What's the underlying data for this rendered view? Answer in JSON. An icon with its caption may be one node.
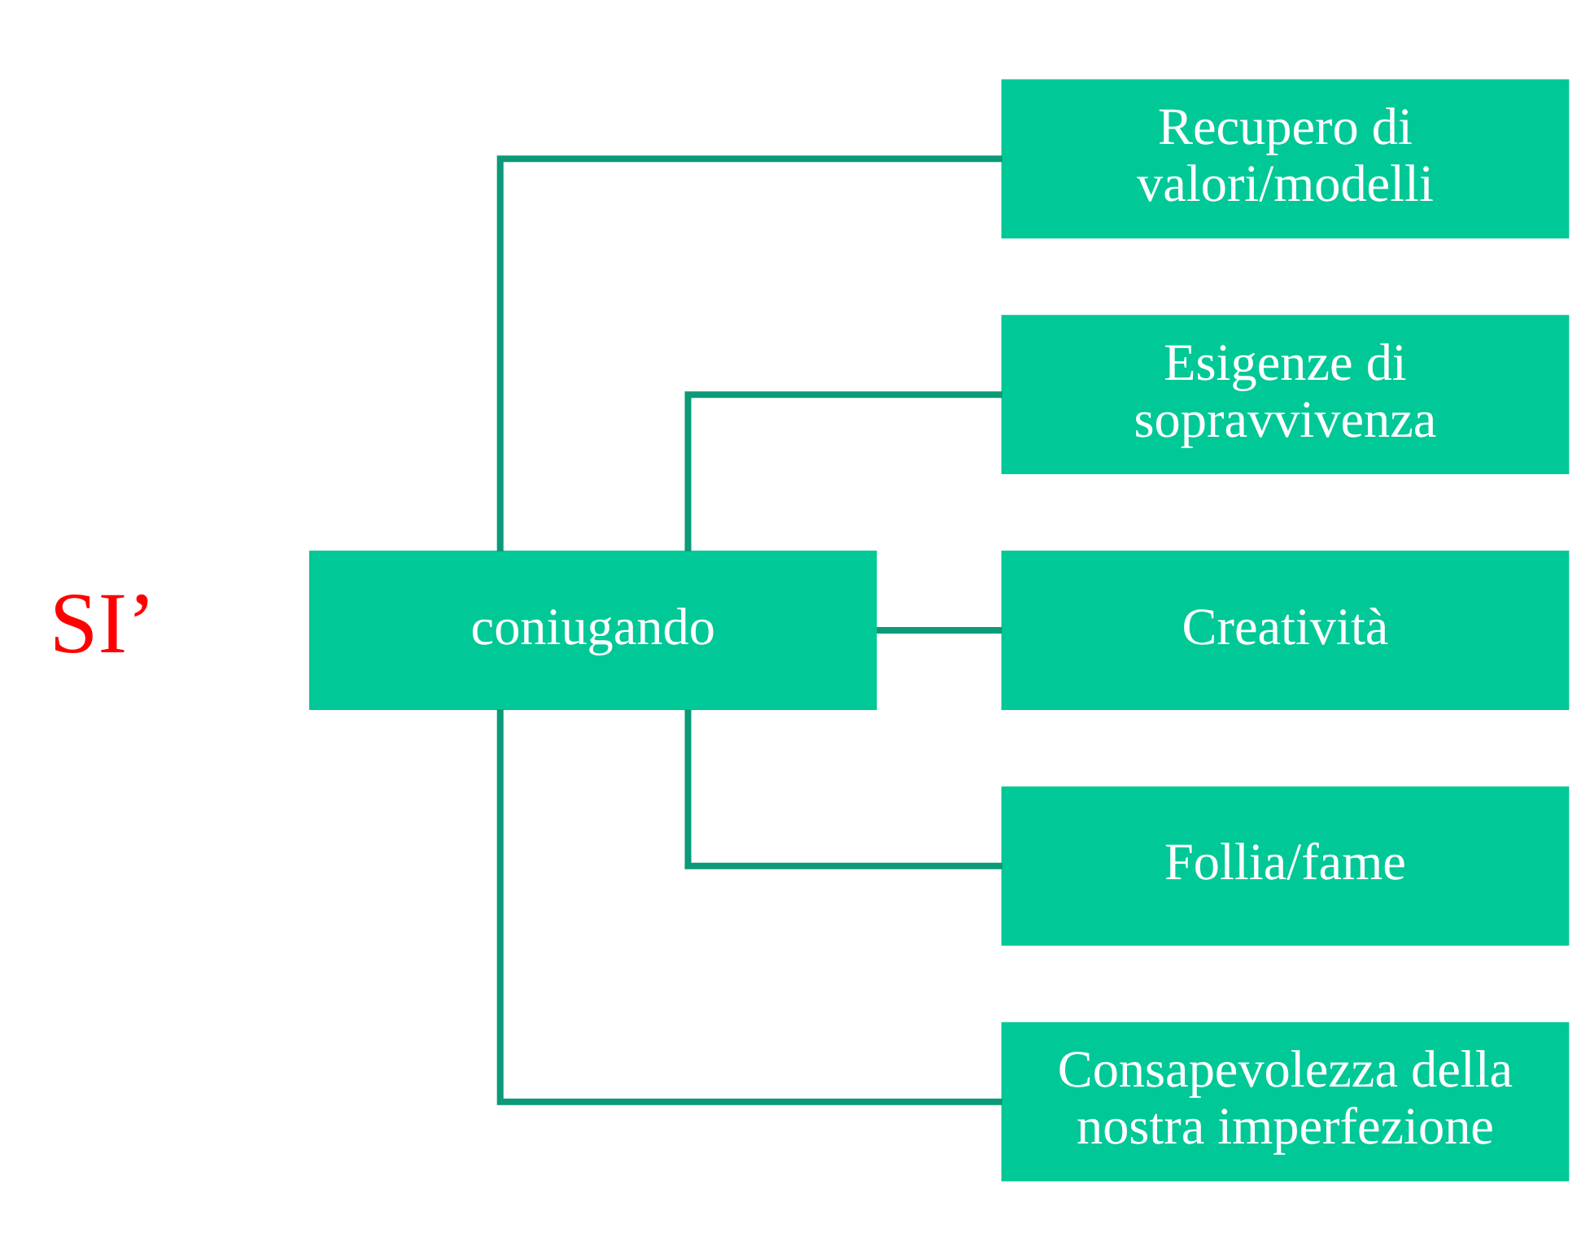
{
  "diagram": {
    "nodes": [
      {
        "text": [
          "coniugando"
        ]
      },
      {
        "text": [
          "Recupero di valori/modelli"
        ]
      },
      {
        "text": [
          "Esigenze di sopravvivenza"
        ]
      },
      {
        "text": [
          "Creatività"
        ]
      },
      {
        "text": [
          "Follia/fame"
        ]
      },
      {
        "text": [
          "Consapevolezza della nostra imperfezione"
        ]
      }
    ],
    "edges": [
      {
        "from": 0,
        "to": 1,
        "arrow": "none"
      },
      {
        "from": 0,
        "to": 2,
        "arrow": "none"
      },
      {
        "from": 0,
        "to": 3,
        "arrow": "none"
      },
      {
        "from": 0,
        "to": 4,
        "arrow": "none"
      },
      {
        "from": 0,
        "to": 5,
        "arrow": "none"
      }
    ],
    "labels": [
      "SI’"
    ]
  }
}
